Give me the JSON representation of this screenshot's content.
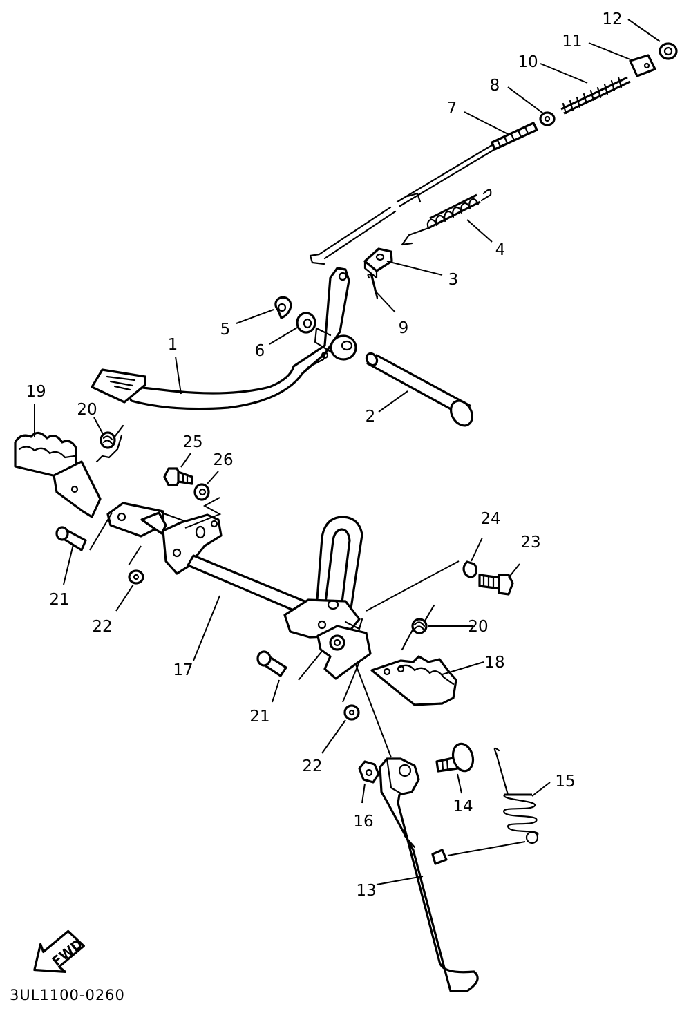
{
  "diagram": {
    "code": "3UL1100-0260",
    "fwd": "FWD",
    "labels": {
      "n1": "1",
      "n2": "2",
      "n3": "3",
      "n4": "4",
      "n5": "5",
      "n6": "6",
      "n7": "7",
      "n8": "8",
      "n9": "9",
      "n10": "10",
      "n11": "11",
      "n12": "12",
      "n13": "13",
      "n14": "14",
      "n15": "15",
      "n16": "16",
      "n17": "17",
      "n18": "18",
      "n19": "19",
      "n20a": "20",
      "n20b": "20",
      "n21a": "21",
      "n21b": "21",
      "n22a": "22",
      "n22b": "22",
      "n23": "23",
      "n24": "24",
      "n25": "25",
      "n26": "26"
    }
  }
}
